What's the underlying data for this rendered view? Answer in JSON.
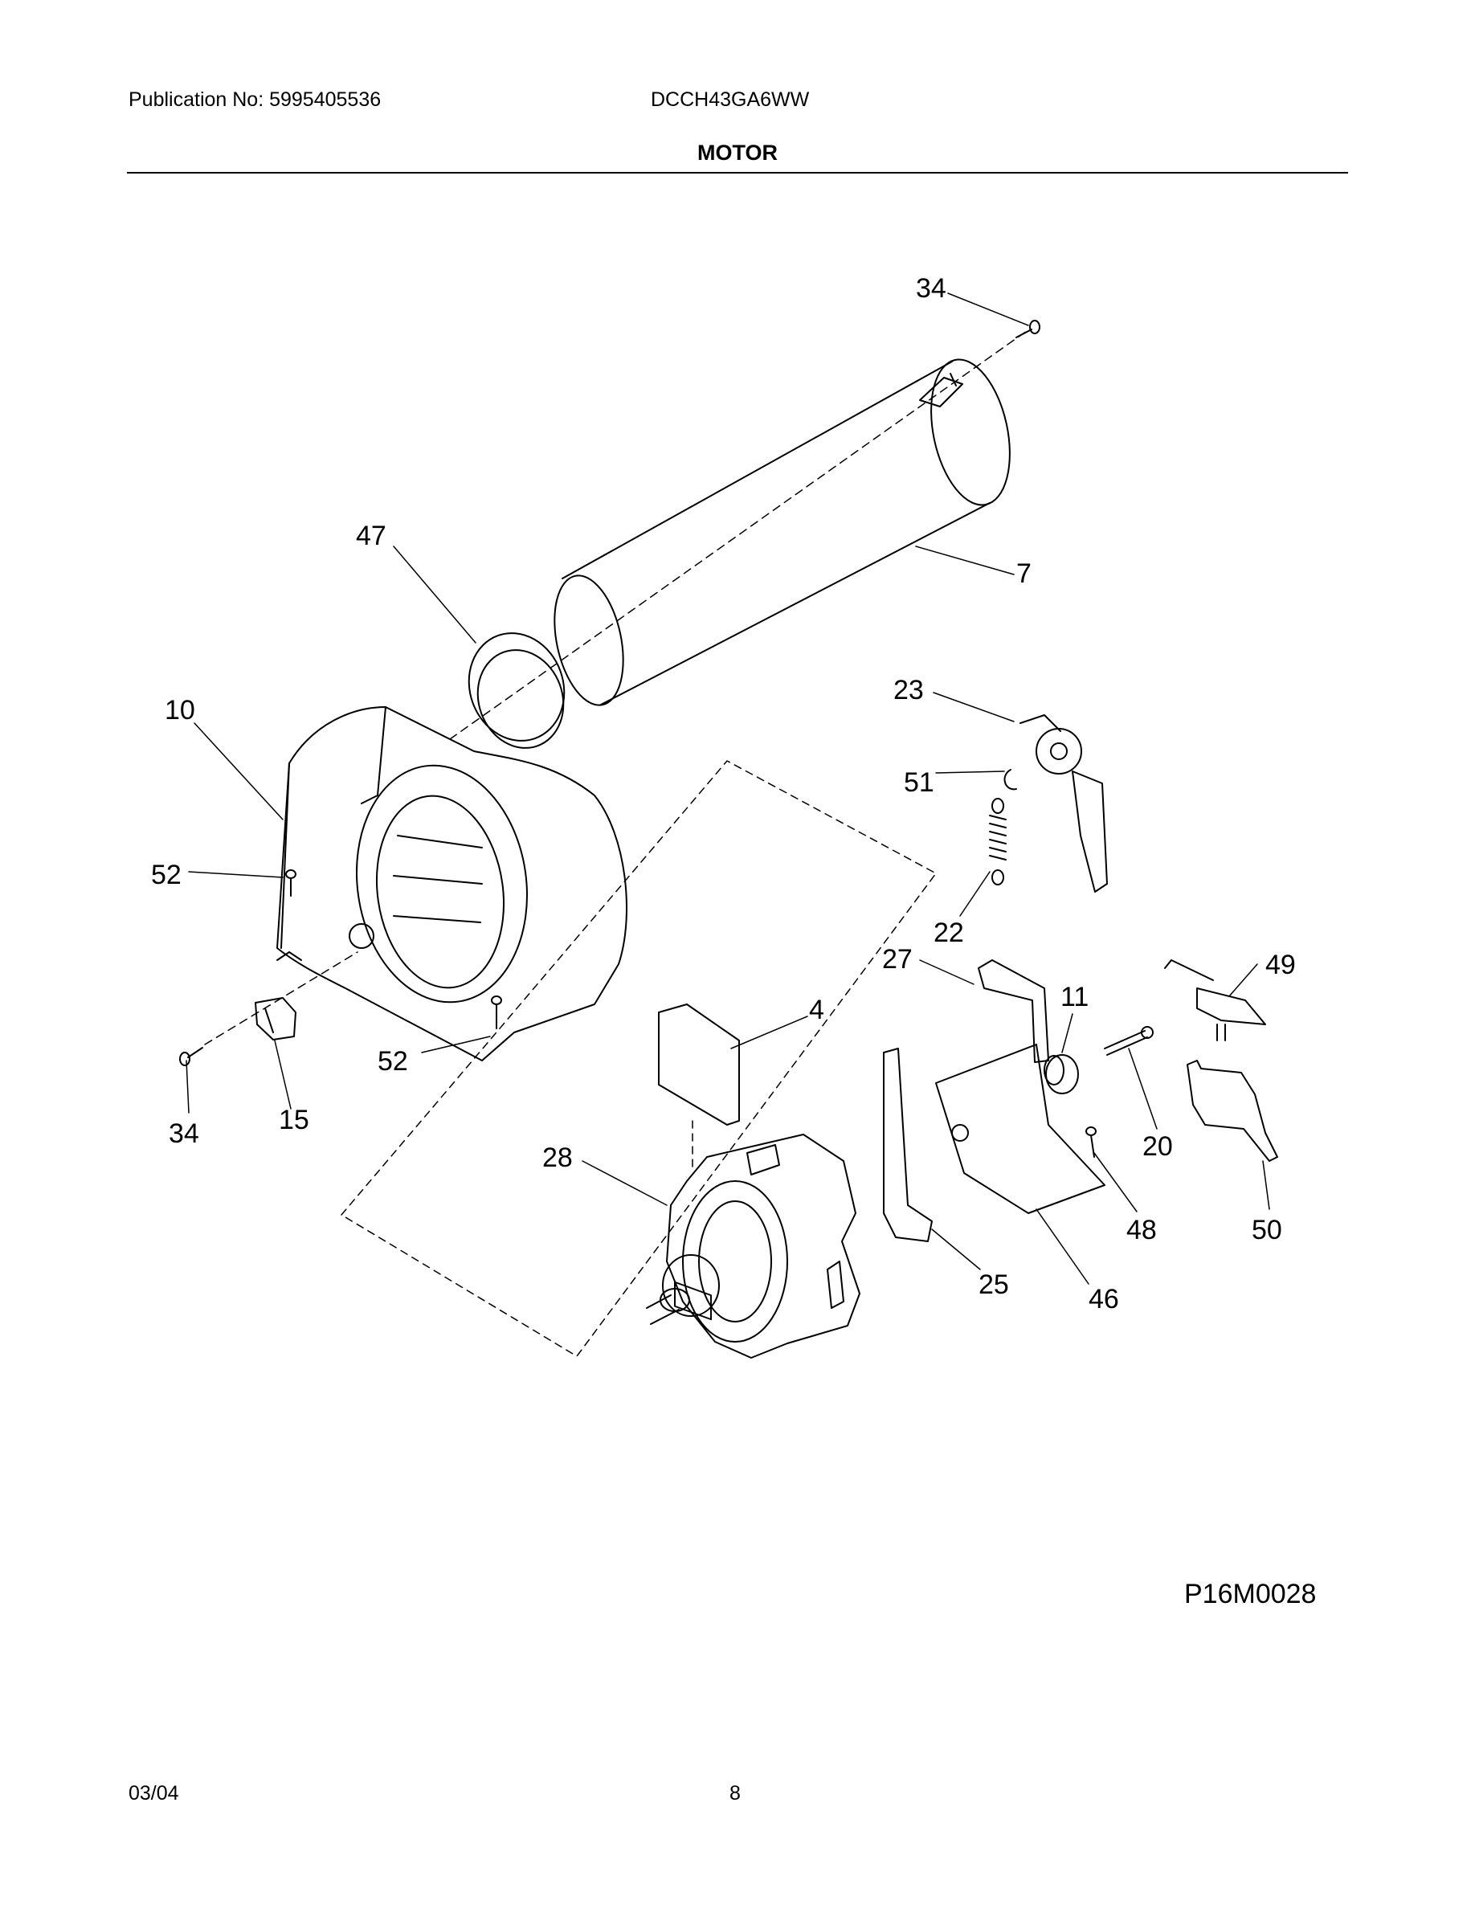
{
  "header": {
    "publication": "Publication No: 5995405536",
    "model": "DCCH43GA6WW",
    "title": "MOTOR"
  },
  "diagram": {
    "code": "P16M0028",
    "parts": {
      "p34a": "34",
      "p47": "47",
      "p7": "7",
      "p10": "10",
      "p23": "23",
      "p51": "51",
      "p52a": "52",
      "p22": "22",
      "p27": "27",
      "p49": "49",
      "p11": "11",
      "p4": "4",
      "p52b": "52",
      "p34b": "34",
      "p15": "15",
      "p20": "20",
      "p28": "28",
      "p48": "48",
      "p50": "50",
      "p25": "25",
      "p46": "46"
    }
  },
  "footer": {
    "date": "03/04",
    "page": "8"
  }
}
